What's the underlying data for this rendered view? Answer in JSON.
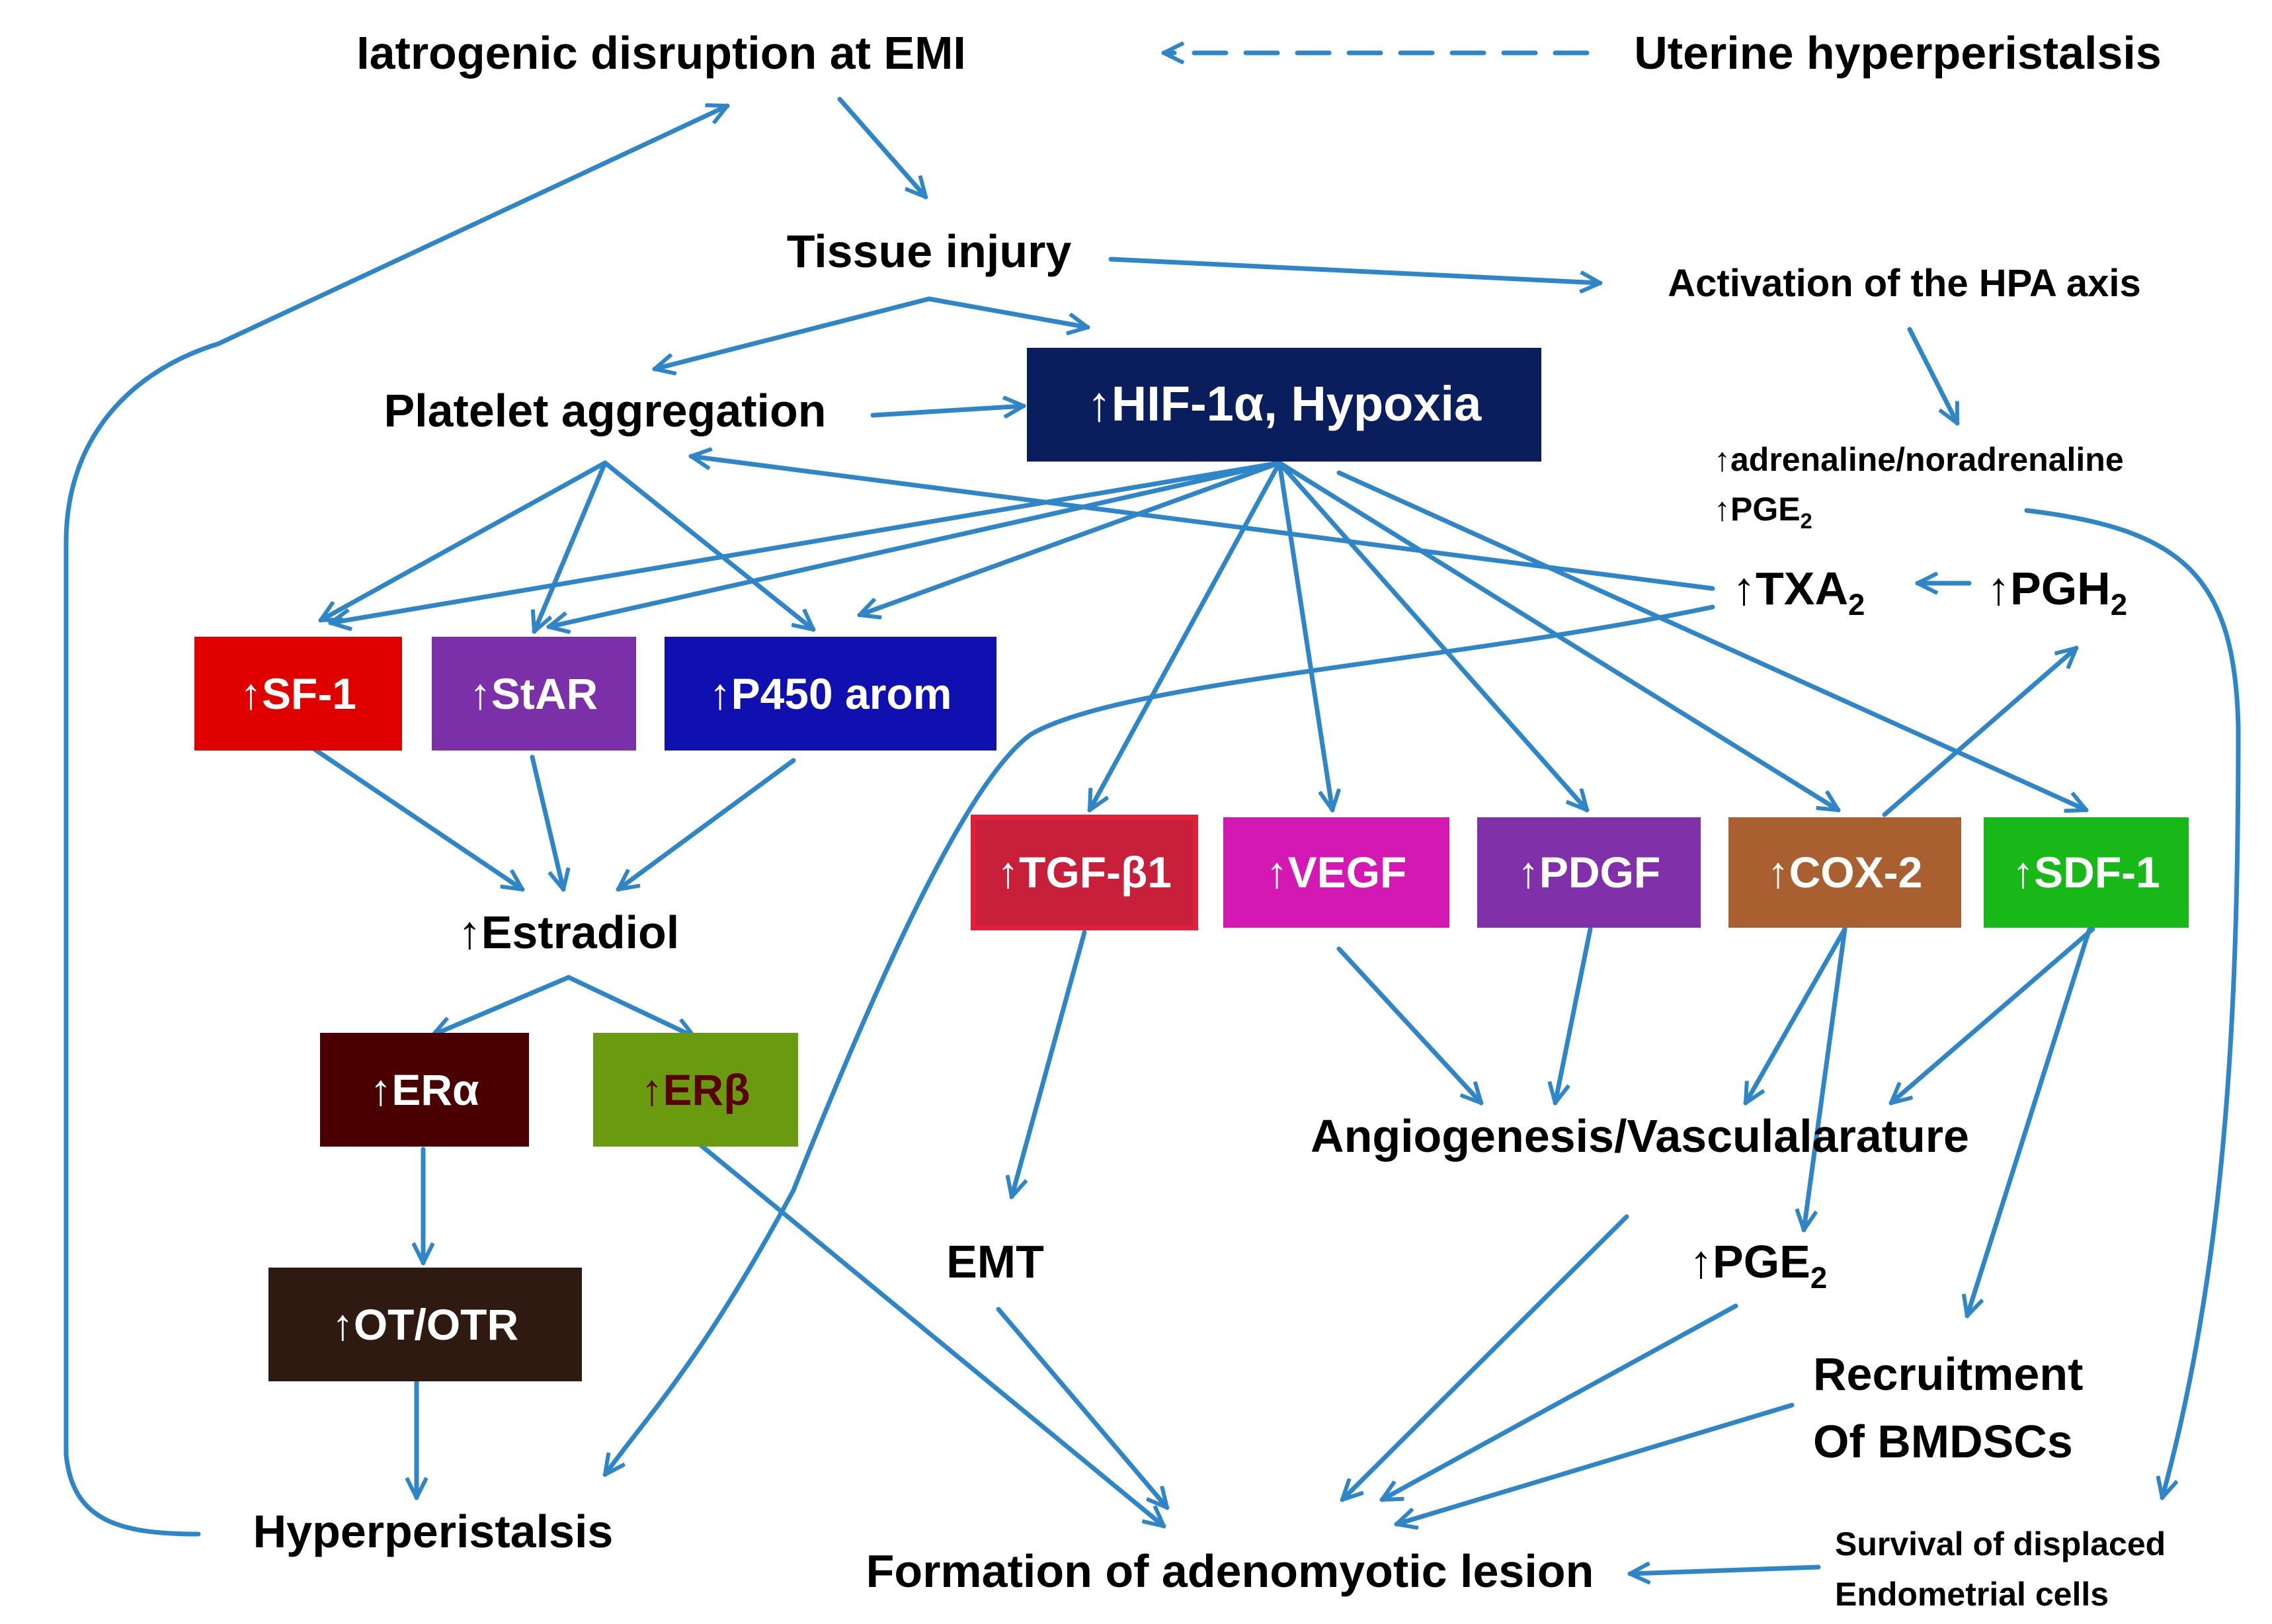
{
  "colors": {
    "arrow": "#2E86C8",
    "sf1": "#E00000",
    "star": "#7B2FA8",
    "p450": "#1010B0",
    "hif": "#0A1E5E",
    "tgf": "#C8203A",
    "vegf": "#D418B4",
    "pdgf": "#8030A8",
    "cox2": "#A86030",
    "sdf1": "#18B818",
    "era": "#4A0000",
    "erb": "#6A9A10",
    "erb_text": "#5A0000",
    "otr": "#2E1A10"
  },
  "nodes": {
    "iatrogenic": "Iatrogenic disruption at EMI",
    "uterine_hyper": "Uterine hyperperistalsis",
    "tissue_injury": "Tissue injury",
    "hpa": "Activation of the HPA axis",
    "platelet": "Platelet aggregation",
    "hif": "↑HIF-1α, Hypoxia",
    "adrenaline": "↑adrenaline/noradrenaline",
    "pge2_small": "↑PGE",
    "pge2_small_sub": "2",
    "txa2": "↑TXA",
    "txa2_sub": "2",
    "pgh2": "↑PGH",
    "pgh2_sub": "2",
    "sf1": "↑SF-1",
    "star": "↑StAR",
    "p450": "↑P450 arom",
    "tgf": "↑TGF-β1",
    "vegf": "↑VEGF",
    "pdgf": "↑PDGF",
    "cox2": "↑COX-2",
    "sdf1": "↑SDF-1",
    "estradiol": "↑Estradiol",
    "era": "↑ERα",
    "erb": "↑ERβ",
    "angio": "Angiogenesis/Vasculalarature",
    "emt": "EMT",
    "pge2": "↑PGE",
    "pge2_sub": "2",
    "otr": "↑OT/OTR",
    "recruit_1": "Recruitment",
    "recruit_2": "Of BMDSCs",
    "hyperperistalsis": "Hyperperistalsis",
    "formation": "Formation of adenomyotic lesion",
    "survival_1": "Survival of displaced",
    "survival_2": "Endometrial cells"
  }
}
